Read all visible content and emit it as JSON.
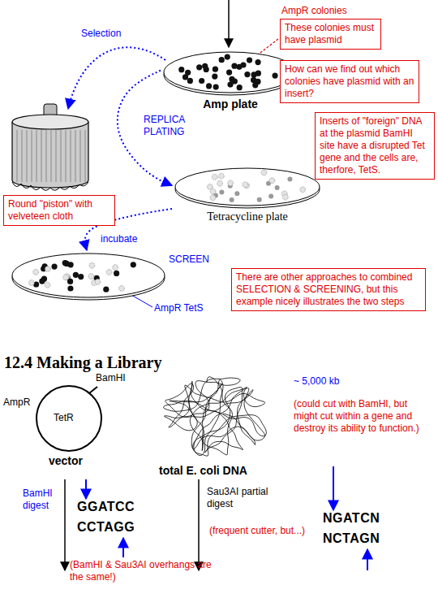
{
  "diagram": {
    "title": "12.4 Making a Library",
    "nodes": [
      {
        "text": [
          "AmpR colonies",
          "These colonies must have plasmid"
        ]
      },
      {
        "text": [
          "Amp plate"
        ]
      },
      {
        "text": [
          "How can we find out which colonies have plasmid with an insert?"
        ]
      },
      {
        "text": [
          "Inserts of \"foreign\" DNA at the plasmid BamHI site have a disrupted Tet gene and the cells are, therfore, TetS."
        ]
      },
      {
        "text": [
          "Round \"piston\" with velveteen cloth"
        ]
      },
      {
        "text": [
          "Tetracycline plate"
        ]
      },
      {
        "text": [
          "SCREEN"
        ]
      },
      {
        "text": [
          "There are other approaches to combined SELECTION & SCREENING, but this example nicely illustrates the two steps"
        ]
      }
    ],
    "edges": [
      {
        "from": 1,
        "to": 5,
        "arrow": "to",
        "label": "REPLICA PLATING"
      },
      {
        "from": 5,
        "to": 6,
        "arrow": "to",
        "label": "incubate"
      }
    ],
    "labels": [
      "Selection",
      "AmpR TetS",
      "BamHI",
      "AmpR",
      "TetR",
      "vector",
      "total E. coli DNA",
      "~ 5,000 kb",
      "(could cut with BamHI, but might cut within a gene and destroy its ability to function.)",
      "BamHI digest",
      "GGATCC",
      "CCTAGG",
      "(BamHI & Sau3AI overhangs are the same!)",
      "Sau3AI partial digest",
      "(frequent cutter, but...)",
      "NGATCN",
      "NCTAGN"
    ]
  }
}
